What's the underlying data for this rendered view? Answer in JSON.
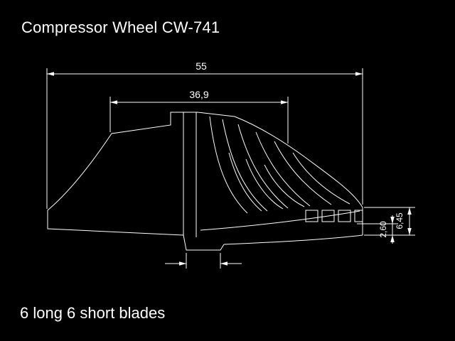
{
  "title": "Compressor Wheel CW-741",
  "note": "6 long 6 short blades",
  "dimensions": {
    "overall_width": "55",
    "blade_span": "36,9",
    "exducer_height": "6,45",
    "slot_height": "2,60"
  },
  "colors": {
    "background": "#000000",
    "line": "#ffffff",
    "text": "#ffffff"
  }
}
